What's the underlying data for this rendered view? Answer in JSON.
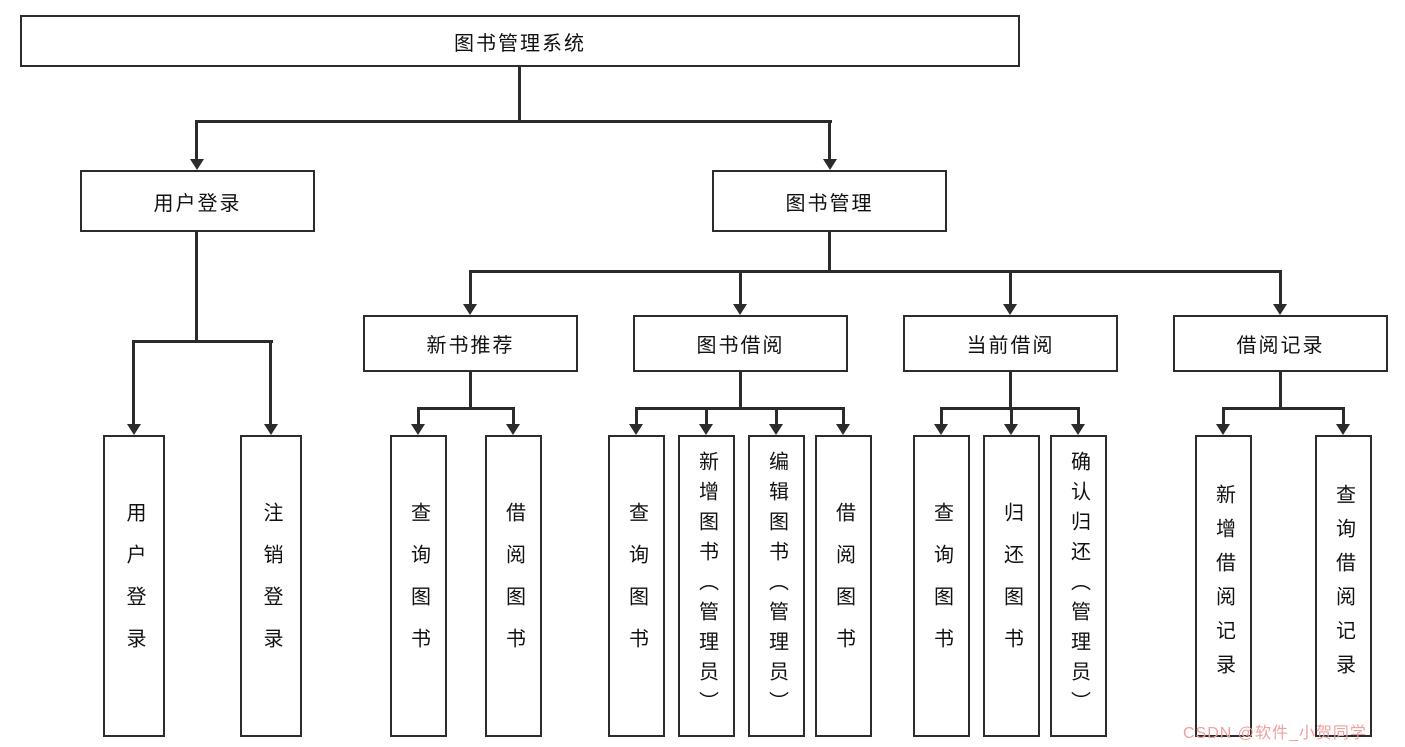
{
  "diagram": {
    "root": "图书管理系统",
    "level2": {
      "user_login": "用户登录",
      "book_mgmt": "图书管理"
    },
    "level3": {
      "new_book_rec": "新书推荐",
      "book_borrow": "图书借阅",
      "current_borrow": "当前借阅",
      "borrow_records": "借阅记录"
    },
    "leaves": {
      "user_login": "用户登录",
      "logout": "注销登录",
      "rec_query": "查询图书",
      "rec_borrow": "借阅图书",
      "bb_query": "查询图书",
      "bb_add": "新增图书（管理员）",
      "bb_edit": "编辑图书（管理员）",
      "bb_borrow": "借阅图书",
      "cb_query": "查询图书",
      "cb_return": "归还图书",
      "cb_confirm": "确认归还（管理员）",
      "br_add": "新增借阅记录",
      "br_query": "查询借阅记录"
    }
  },
  "watermark": "CSDN @软件_小贺同学",
  "colors": {
    "line": "#2b2b2b",
    "box_border": "#2c2c2c",
    "background": "#ffffff",
    "watermark": "#f0a0a0"
  }
}
